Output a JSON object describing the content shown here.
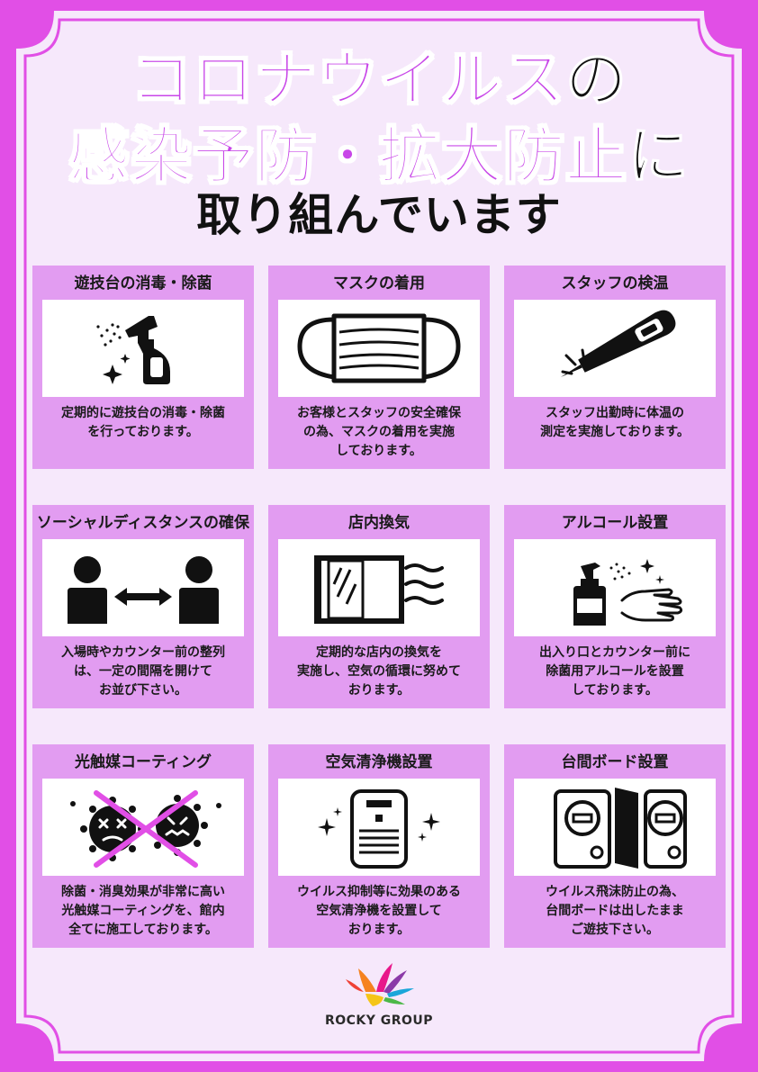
{
  "title": {
    "line1_main": "コロナウイルス",
    "line1_suffix": "の",
    "line2_main": "感染予防・拡大防止",
    "line2_suffix": "に",
    "line3": "取り組んでいます"
  },
  "colors": {
    "border": "#e14fe6",
    "background": "#f6e8fb",
    "card": "#e29cf1",
    "title_accent": "#c846e8"
  },
  "cards": [
    {
      "heading": "遊技台の消毒・除菌",
      "text": "定期的に遊技台の消毒・除菌\nを行っております。",
      "icon": "spray-bottle-icon"
    },
    {
      "heading": "マスクの着用",
      "text": "お客様とスタッフの安全確保\nの為、マスクの着用を実施\nしております。",
      "icon": "face-mask-icon"
    },
    {
      "heading": "スタッフの検温",
      "text": "スタッフ出勤時に体温の\n測定を実施しております。",
      "icon": "thermometer-icon"
    },
    {
      "heading": "ソーシャルディスタンスの確保",
      "text": "入場時やカウンター前の整列\nは、一定の間隔を開けて\nお並び下さい。",
      "icon": "social-distance-icon"
    },
    {
      "heading": "店内換気",
      "text": "定期的な店内の換気を\n実施し、空気の循環に努めて\nおります。",
      "icon": "ventilation-window-icon"
    },
    {
      "heading": "アルコール設置",
      "text": "出入り口とカウンター前に\n除菌用アルコールを設置\nしております。",
      "icon": "alcohol-sanitizer-icon"
    },
    {
      "heading": "光触媒コーティング",
      "text": "除菌・消臭効果が非常に高い\n光触媒コーティングを、館内\n全てに施工しております。",
      "icon": "virus-crossed-icon"
    },
    {
      "heading": "空気清浄機設置",
      "text": "ウイルス抑制等に効果のある\n空気清浄機を設置して\nおります。",
      "icon": "air-purifier-icon"
    },
    {
      "heading": "台間ボード設置",
      "text": "ウイルス飛沫防止の為、\n台間ボードは出したまま\nご遊技下さい。",
      "icon": "partition-board-icon"
    }
  ],
  "footer": {
    "logo_text": "ROCKY GROUP",
    "logo_icon": "rocky-bird-logo"
  }
}
